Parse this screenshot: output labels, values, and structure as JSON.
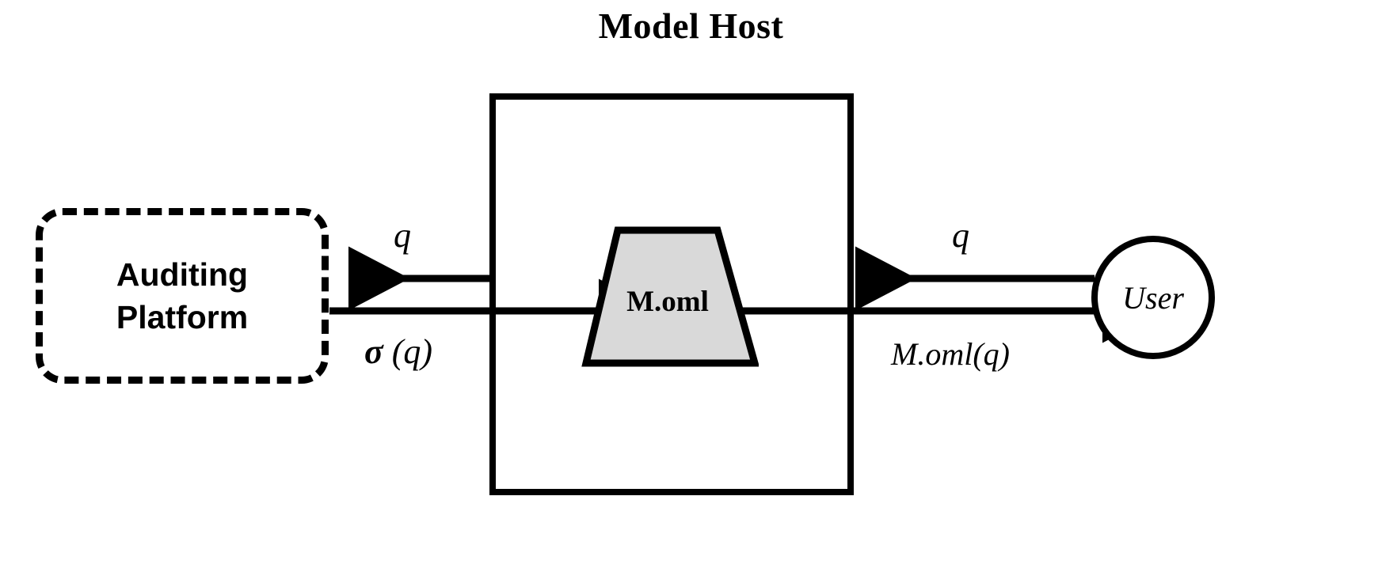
{
  "diagram": {
    "title": "Model Host",
    "auditing_platform": {
      "label_line1": "Auditing",
      "label_line2": "Platform",
      "label": "Auditing Platform",
      "border_style": "dashed",
      "border_color": "#000000"
    },
    "model_host": {
      "border_color": "#000000"
    },
    "model": {
      "label": "M.oml",
      "shape": "trapezoid",
      "fill_color": "#d9d9d9",
      "stroke_color": "#000000"
    },
    "user": {
      "label": "User",
      "shape": "circle",
      "stroke_color": "#000000"
    },
    "edges": [
      {
        "id": "host-to-audit-query",
        "label": "q",
        "direction": "left",
        "from": "model-host",
        "to": "auditing-platform"
      },
      {
        "id": "audit-to-host-signature",
        "label": "σ (q)",
        "label_symbol": "σ",
        "label_arg": " (q)",
        "direction": "right",
        "from": "auditing-platform",
        "to": "model"
      },
      {
        "id": "user-to-host-query",
        "label": "q",
        "direction": "left",
        "from": "user",
        "to": "model-host"
      },
      {
        "id": "host-to-user-response",
        "label": "M.oml(q)",
        "direction": "right",
        "from": "model",
        "to": "user"
      }
    ]
  }
}
